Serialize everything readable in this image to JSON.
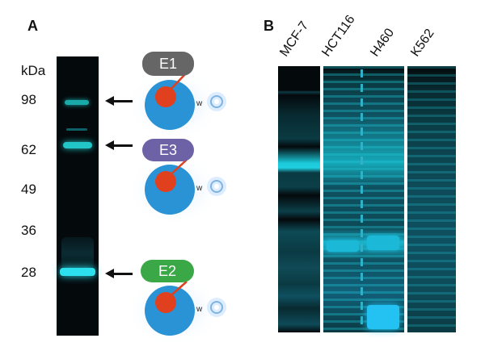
{
  "panel_a": {
    "letter": "A",
    "unit_label": "kDa",
    "markers": [
      "98",
      "62",
      "49",
      "36",
      "28"
    ],
    "enzymes": [
      {
        "label": "E1",
        "color": "#666666"
      },
      {
        "label": "E3",
        "color": "#6e62a6"
      },
      {
        "label": "E2",
        "color": "#3aa846"
      }
    ]
  },
  "panel_b": {
    "letter": "B",
    "lanes": [
      "MCF-7",
      "HCT116",
      "H460",
      "K562"
    ]
  },
  "colors": {
    "gel_background": "#04090c",
    "band_cyan": "#1fd6e0",
    "protein_blue": "#2a93d5",
    "probe_red": "#e0401e"
  }
}
